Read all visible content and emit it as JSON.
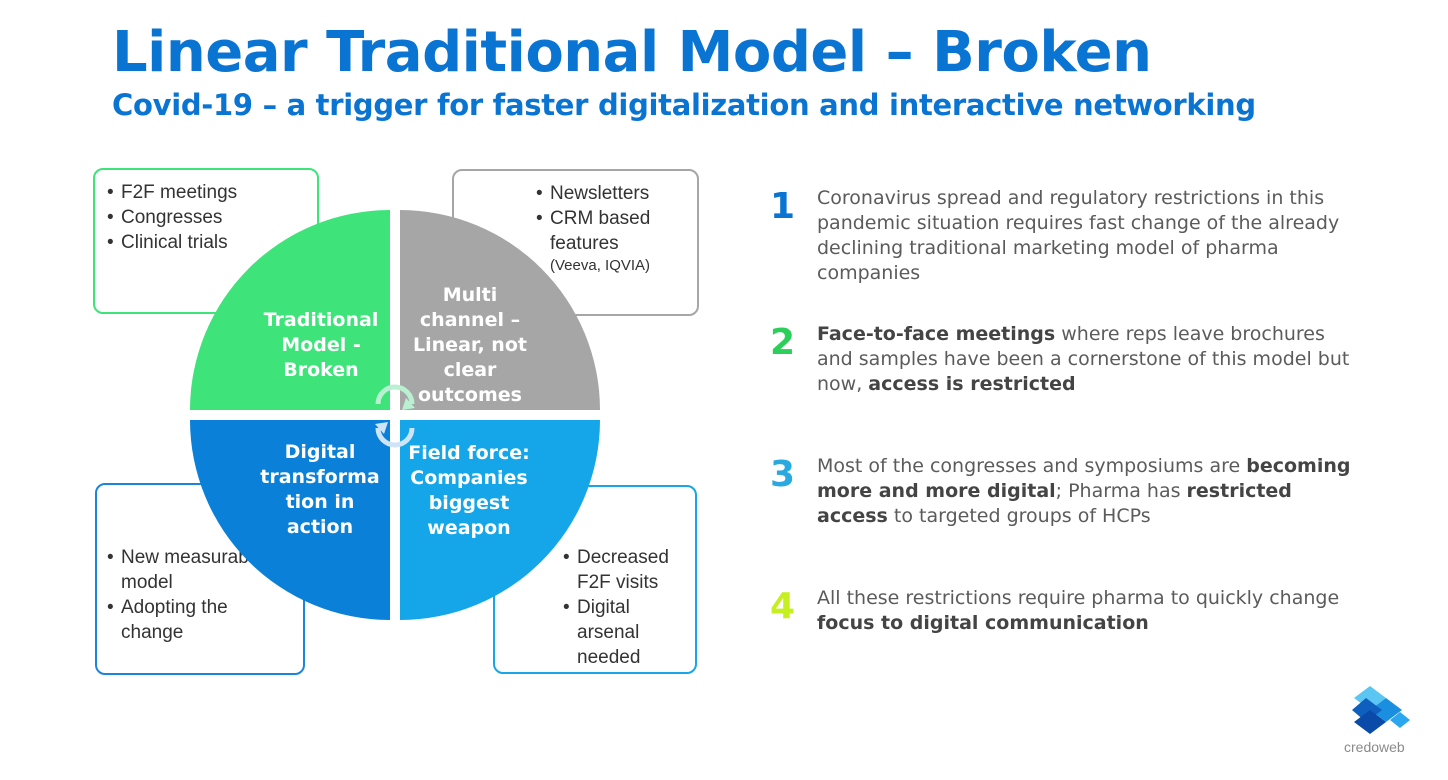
{
  "header": {
    "title": "Linear Traditional Model – Broken",
    "subtitle": "Covid-19 – a trigger for faster digitalization and interactive networking"
  },
  "colors": {
    "title": "#0a74d3",
    "quadrant_traditional": "#3ee37a",
    "quadrant_multichannel": "#a6a6a6",
    "quadrant_digital": "#0a80d8",
    "quadrant_fieldforce": "#15a6ea",
    "num1": "#0a74d3",
    "num2": "#2bcf5a",
    "num3": "#2aa9e0",
    "num4": "#c6ef1f"
  },
  "quadrants": {
    "traditional": "Traditional Model - Broken",
    "multichannel": "Multi channel – Linear, not clear outcomes",
    "digital": "Digital transforma tion in action",
    "fieldforce": "Field force: Companies biggest weapon"
  },
  "boxes": {
    "traditional": [
      "F2F meetings",
      "Congresses",
      "Clinical trials"
    ],
    "multichannel": [
      "Newsletters",
      "CRM based features"
    ],
    "multichannel_note": "(Veeva, IQVIA)",
    "digital": [
      "New measurable model",
      "Adopting the change"
    ],
    "fieldforce": [
      "Decreased F2F visits",
      "Digital arsenal needed"
    ]
  },
  "points": [
    {
      "num": "1",
      "parts": [
        {
          "t": "Coronavirus spread and regulatory restrictions in this pandemic situation requires fast change of the already declining traditional marketing model of pharma companies"
        }
      ]
    },
    {
      "num": "2",
      "parts": [
        {
          "t": "Face-to-face meetings",
          "b": true
        },
        {
          "t": " where reps leave brochures and samples have been a cornerstone of this model but now, "
        },
        {
          "t": "access is restricted",
          "b": true
        }
      ]
    },
    {
      "num": "3",
      "parts": [
        {
          "t": "Most of the congresses and symposiums are "
        },
        {
          "t": "becoming more and more digital",
          "b": true
        },
        {
          "t": "; Pharma has "
        },
        {
          "t": "restricted access",
          "b": true
        },
        {
          "t": " to targeted groups of HCPs"
        }
      ]
    },
    {
      "num": "4",
      "parts": [
        {
          "t": "All these restrictions require pharma to quickly change "
        },
        {
          "t": "focus to digital communication",
          "b": true
        }
      ]
    }
  ],
  "logo": {
    "text": "credoweb",
    "icon": "credoweb-logo-icon"
  }
}
